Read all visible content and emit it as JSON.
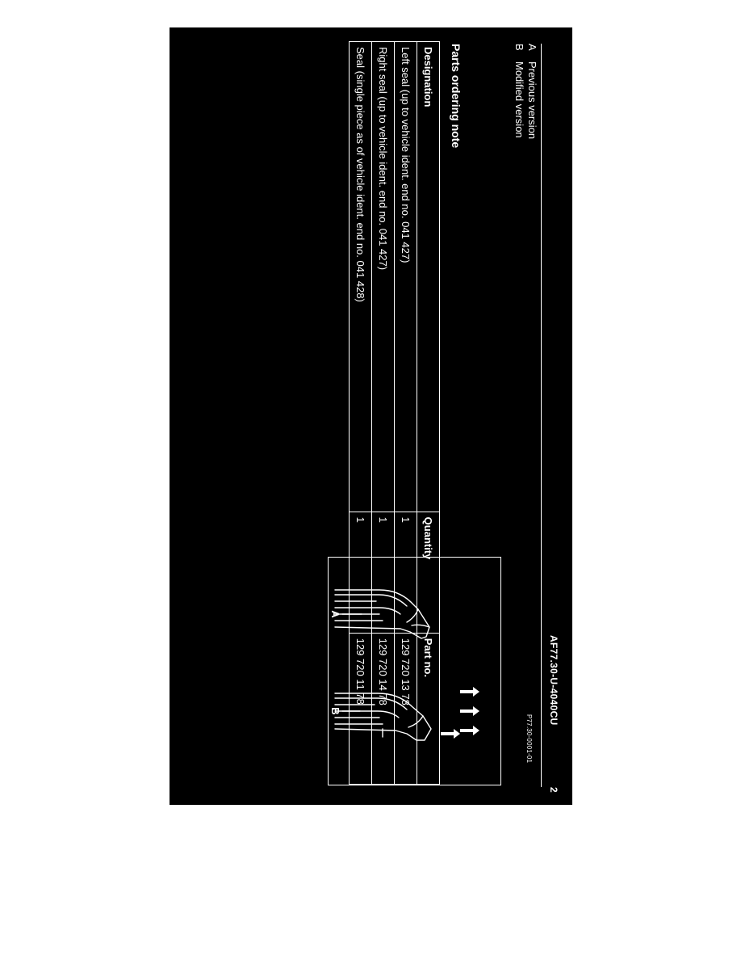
{
  "header": {
    "doc_id": "AF77.30-U-4040CU",
    "page_number": "2"
  },
  "legend": [
    {
      "letter": "A",
      "text": "Previous version"
    },
    {
      "letter": "B",
      "text": "Modified version"
    }
  ],
  "figure": {
    "code": "P77.30-0001-01",
    "callout_a": "A",
    "callout_b": "B"
  },
  "parts_note": {
    "title": "Parts ordering note",
    "headers": [
      "Designation",
      "Quantity",
      "Part no."
    ],
    "rows": [
      [
        "Left seal (up to vehicle ident. end no. 041 427)",
        "1",
        "129 720 13 78"
      ],
      [
        "Right seal (up to vehicle ident. end no. 041 427)",
        "1",
        "129 720 14 78"
      ],
      [
        "Seal (single piece as of vehicle ident. end no. 041 428)",
        "1",
        "129 720 11 78"
      ]
    ]
  }
}
